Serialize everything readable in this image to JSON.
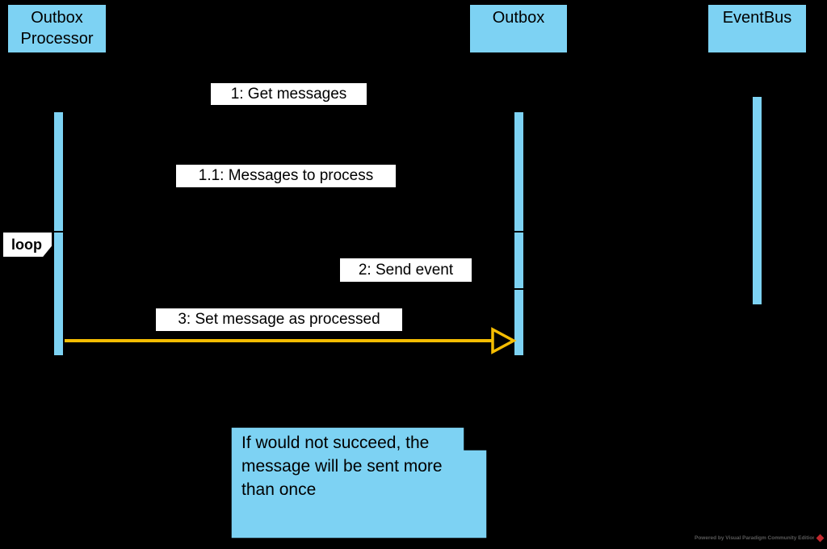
{
  "diagram": {
    "type": "UML sequence diagram",
    "participants": [
      {
        "name": "Outbox Processor",
        "line1": "Outbox",
        "line2": "Processor"
      },
      {
        "name": "Outbox",
        "line1": "Outbox",
        "line2": ""
      },
      {
        "name": "EventBus",
        "line1": "EventBus",
        "line2": ""
      }
    ],
    "messages": [
      {
        "label": "1: Get messages"
      },
      {
        "label": "1.1: Messages to process"
      },
      {
        "label": "2: Send event"
      },
      {
        "label": "3: Set message as processed",
        "from": "Outbox Processor",
        "to": "Outbox",
        "arrow_color": "#F5BD02",
        "arrow_head": "open-triangle"
      }
    ],
    "fragment": {
      "label": "loop"
    },
    "note": {
      "text": "If would not succeed, the\nmessage will be sent more\nthan once"
    },
    "watermark": {
      "text": "Powered by Visual Paradigm Community Edition",
      "logo": "red-diamond"
    },
    "colors": {
      "background": "#000000",
      "participant_fill": "#7DD2F3",
      "activation_fill": "#7DD2F3",
      "label_background": "#FFFFFF",
      "text": "#000000",
      "message_arrow": "#F5BD02",
      "watermark_text": "#5A5A5A",
      "watermark_logo": "#C1272D"
    }
  }
}
